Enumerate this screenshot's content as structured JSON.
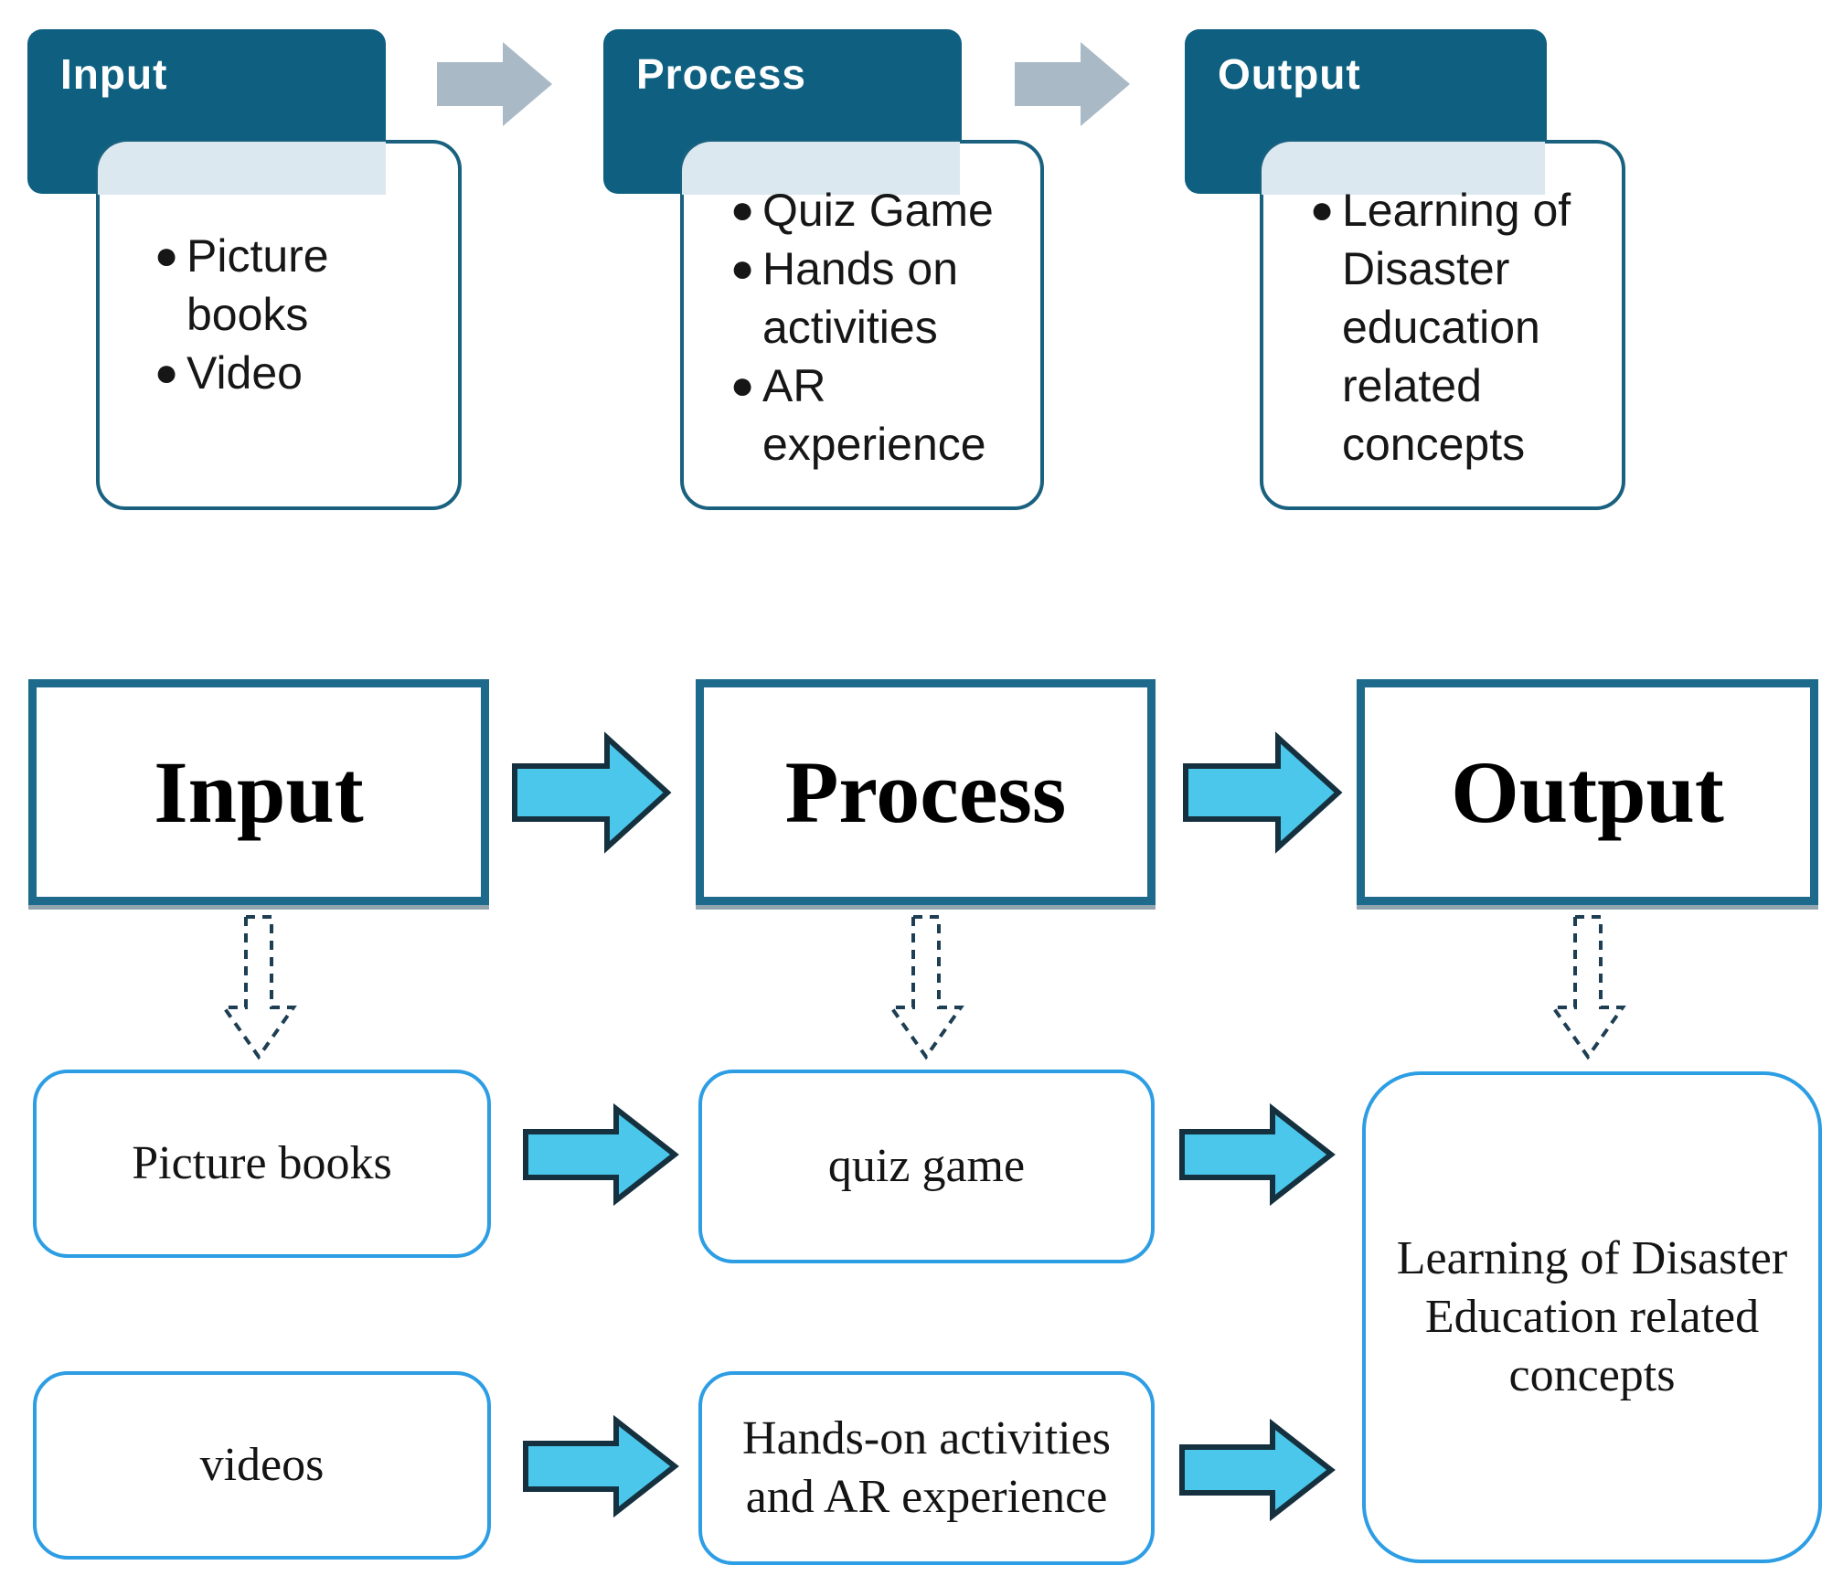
{
  "colors": {
    "teal_header": "#0f6080",
    "tint_band": "#dbe8ef",
    "card_border": "#19617f",
    "gray_arrow": "#a9b9c6",
    "cyan_arrow_fill": "#4ac7ea",
    "cyan_arrow_outline": "#15303e",
    "big_box_border": "#1d6a8c",
    "round_node_border": "#2d9de4",
    "dashed_arrow": "#1e3e53"
  },
  "top": {
    "groups": [
      {
        "header": "Input",
        "bullets": [
          "Picture books",
          "Video"
        ]
      },
      {
        "header": "Process",
        "bullets": [
          "Quiz Game",
          "Hands on activities",
          "AR experience"
        ]
      },
      {
        "header": "Output",
        "bullets": [
          "Learning of Disaster education related concepts"
        ]
      }
    ]
  },
  "bottom": {
    "headers": [
      {
        "label": "Input"
      },
      {
        "label": "Process"
      },
      {
        "label": "Output"
      }
    ],
    "nodes": {
      "picture_books": "Picture books",
      "quiz_game": "quiz game",
      "videos": "videos",
      "hands_on": "Hands-on activities and AR experience",
      "learning": "Learning of Disaster Education related concepts"
    }
  }
}
